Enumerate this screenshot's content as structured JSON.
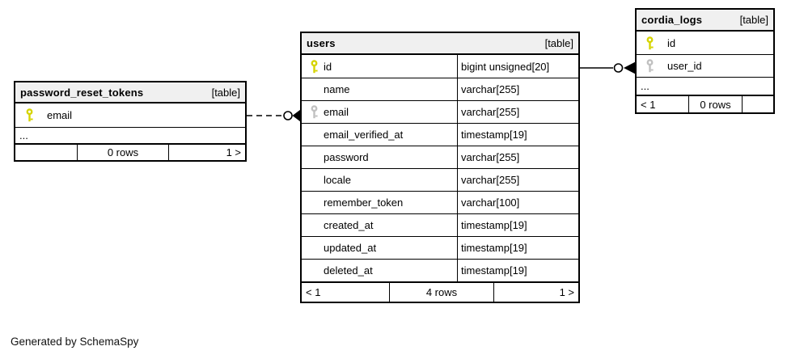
{
  "diagram": {
    "caption": "Generated by SchemaSpy",
    "colors": {
      "header_background": "#f0f0f0",
      "border": "#000000",
      "primary_key_icon": "#d6d400",
      "foreign_key_icon": "#c0c0c0",
      "background": "#ffffff"
    },
    "tables": [
      {
        "name": "password_reset_tokens",
        "badge": "[table]",
        "columns": [
          {
            "name": "email",
            "type": "",
            "key": "primary"
          },
          {
            "name": "...",
            "type": "",
            "key": ""
          }
        ],
        "footer": {
          "left": "",
          "center": "0 rows",
          "right": "1 >"
        }
      },
      {
        "name": "users",
        "badge": "[table]",
        "columns": [
          {
            "name": "id",
            "type": "bigint unsigned[20]",
            "key": "primary"
          },
          {
            "name": "name",
            "type": "varchar[255]",
            "key": ""
          },
          {
            "name": "email",
            "type": "varchar[255]",
            "key": "foreign"
          },
          {
            "name": "email_verified_at",
            "type": "timestamp[19]",
            "key": ""
          },
          {
            "name": "password",
            "type": "varchar[255]",
            "key": ""
          },
          {
            "name": "locale",
            "type": "varchar[255]",
            "key": ""
          },
          {
            "name": "remember_token",
            "type": "varchar[100]",
            "key": ""
          },
          {
            "name": "created_at",
            "type": "timestamp[19]",
            "key": ""
          },
          {
            "name": "updated_at",
            "type": "timestamp[19]",
            "key": ""
          },
          {
            "name": "deleted_at",
            "type": "timestamp[19]",
            "key": ""
          }
        ],
        "footer": {
          "left": "< 1",
          "center": "4 rows",
          "right": "1 >"
        }
      },
      {
        "name": "cordia_logs",
        "badge": "[table]",
        "columns": [
          {
            "name": "id",
            "type": "",
            "key": "primary"
          },
          {
            "name": "user_id",
            "type": "",
            "key": "foreign"
          },
          {
            "name": "...",
            "type": "",
            "key": ""
          }
        ],
        "footer": {
          "left": "< 1",
          "center": "0 rows",
          "right": ""
        }
      }
    ],
    "relationships": [
      {
        "connects": "password_reset_tokens.email - users.email",
        "style": "dashed",
        "marker": "circle + crow-foot at users"
      },
      {
        "connects": "users.id - cordia_logs.user_id",
        "style": "solid",
        "marker": "circle + crow-foot at cordia_logs"
      }
    ]
  }
}
